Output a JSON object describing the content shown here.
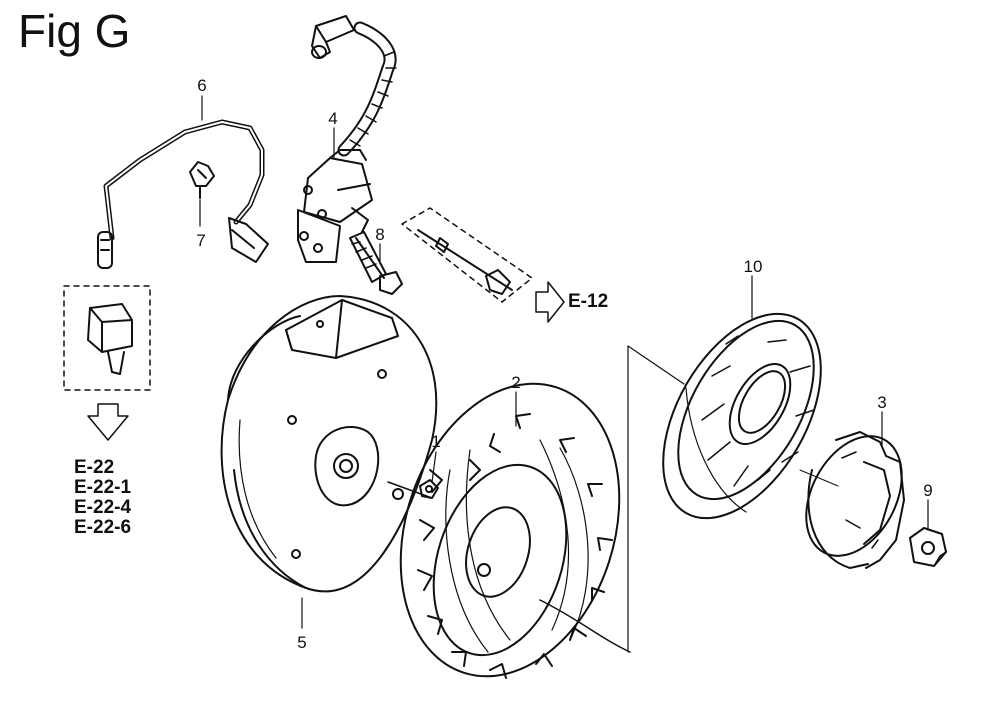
{
  "figure": {
    "title": "Fig G",
    "section_refs": [
      "E-22",
      "E-22-1",
      "E-22-4",
      "E-22-6"
    ],
    "cross_ref": "E-12"
  },
  "callouts": [
    "1",
    "2",
    "3",
    "4",
    "5",
    "6",
    "7",
    "8",
    "9",
    "10"
  ],
  "colors": {
    "ink": "#111111",
    "paper": "#ffffff"
  }
}
